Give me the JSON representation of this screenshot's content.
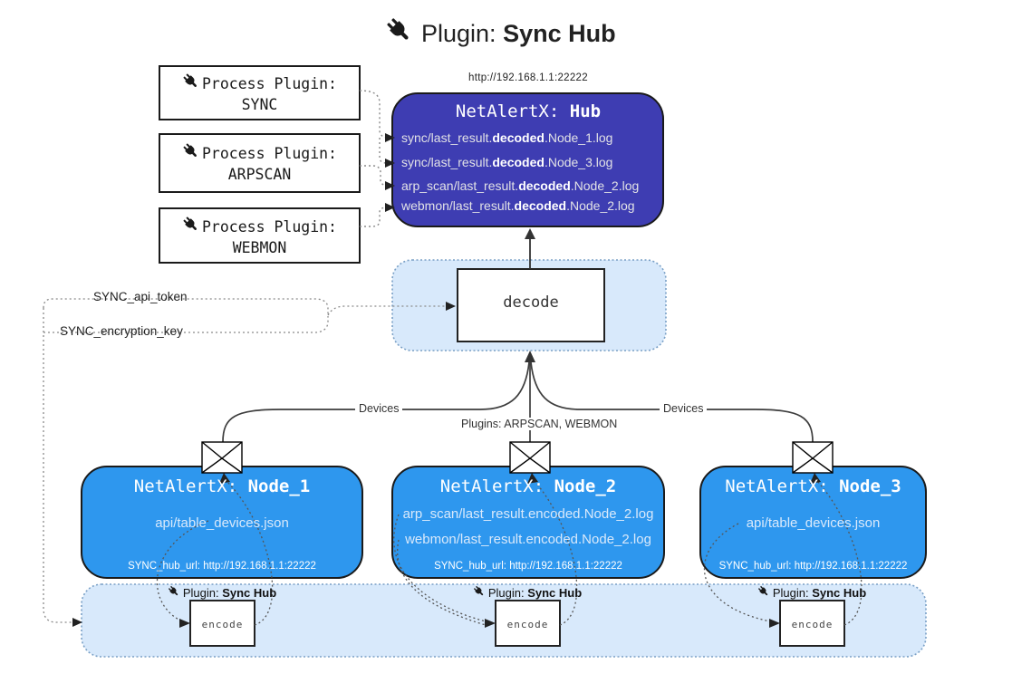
{
  "title": {
    "prefix": "Plugin: ",
    "name": "Sync Hub"
  },
  "hub": {
    "url": "http://192.168.1.1:22222",
    "title_prefix": "NetAlertX: ",
    "title_name": "Hub",
    "files": [
      {
        "pre": "sync/last_result.",
        "bold": "decoded",
        "post": ".Node_1.log"
      },
      {
        "pre": "sync/last_result.",
        "bold": "decoded",
        "post": ".Node_3.log"
      },
      {
        "pre": "arp_scan/last_result.",
        "bold": "decoded",
        "post": ".Node_2.log"
      },
      {
        "pre": "webmon/last_result.",
        "bold": "decoded",
        "post": ".Node_2.log"
      }
    ]
  },
  "process_plugins": [
    {
      "label": "Process Plugin:",
      "name": "SYNC"
    },
    {
      "label": "Process Plugin:",
      "name": "ARPSCAN"
    },
    {
      "label": "Process Plugin:",
      "name": "WEBMON"
    }
  ],
  "decode_label": "decode",
  "encode_label": "encode",
  "config": {
    "api_token": "SYNC_api_token",
    "encryption_key": "SYNC_encryption_key"
  },
  "edges": {
    "devices_left": "Devices",
    "devices_right": "Devices",
    "plugins_mid": "Plugins: ARPSCAN, WEBMON"
  },
  "nodes": [
    {
      "title_prefix": "NetAlertX: ",
      "title_name": "Node_1",
      "files": [
        "api/table_devices.json"
      ],
      "hub_url": "SYNC_hub_url: http://192.168.1.1:22222"
    },
    {
      "title_prefix": "NetAlertX: ",
      "title_name": "Node_2",
      "files": [
        "arp_scan/last_result.encoded.Node_2.log",
        "webmon/last_result.encoded.Node_2.log"
      ],
      "hub_url": "SYNC_hub_url: http://192.168.1.1:22222"
    },
    {
      "title_prefix": "NetAlertX: ",
      "title_name": "Node_3",
      "files": [
        "api/table_devices.json"
      ],
      "hub_url": "SYNC_hub_url: http://192.168.1.1:22222"
    }
  ],
  "encoder_plugin": {
    "prefix": "Plugin: ",
    "name": "Sync Hub"
  },
  "colors": {
    "hub_fill": "#3e3db2",
    "node_fill": "#2e97ee",
    "container_fill": "#d8e9fb",
    "container_border": "#7aa0c6",
    "box_border": "#1a1a1a"
  }
}
